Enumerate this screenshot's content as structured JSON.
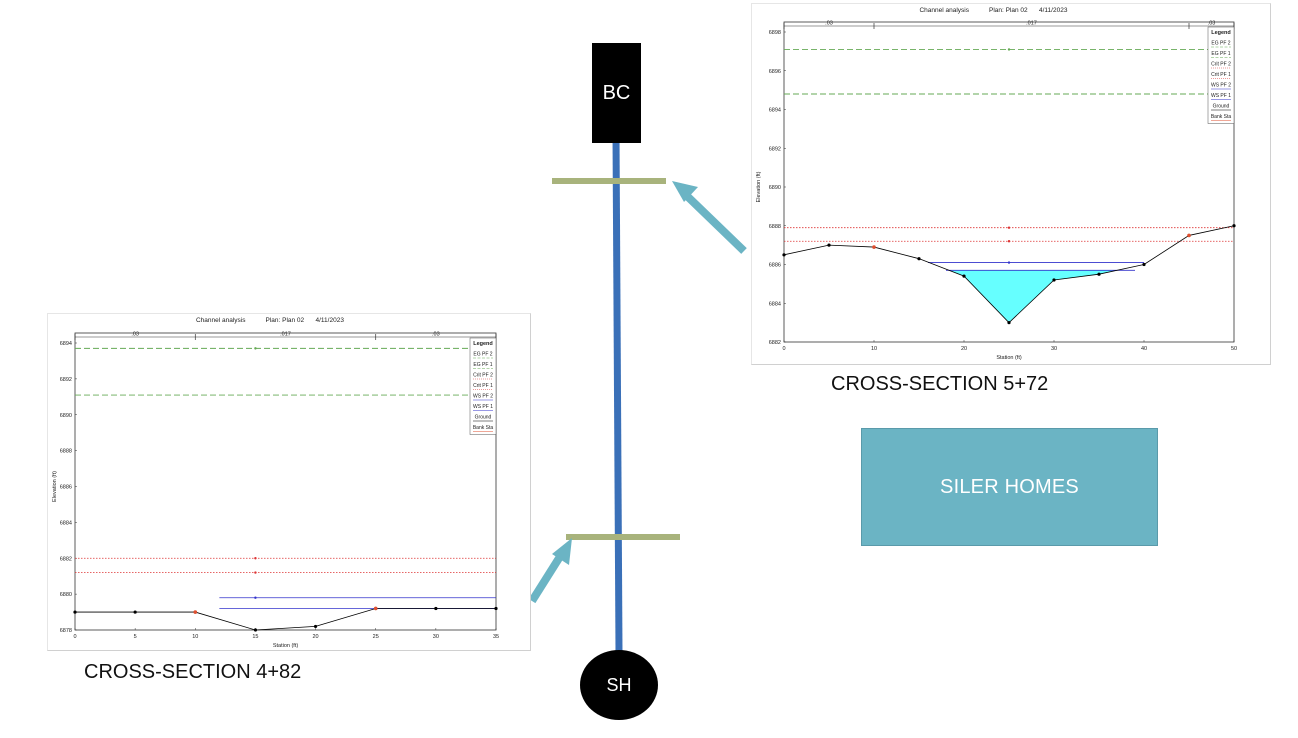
{
  "nodes": {
    "top": "BC",
    "bottom": "SH",
    "area": "SILER HOMES"
  },
  "colors": {
    "channel_line": "#3a70b8",
    "section_bar": "#a8b37c",
    "arrow": "#6bb4c4",
    "box_fill": "#6bb4c4",
    "water": "#66ffff",
    "ws_line": "#3333cc",
    "eg_line": "#66aa55",
    "crit_line": "#dd3333",
    "ground": "#000000"
  },
  "chart_data": [
    {
      "type": "line",
      "caption": "CROSS-SECTION 4+82",
      "title": "Channel analysis",
      "plan": "Plan: Plan 02",
      "date": "4/11/2023",
      "xlabel": "Station (ft)",
      "ylabel": "Elevation (ft)",
      "xlim": [
        0,
        35
      ],
      "ylim": [
        6878,
        6894
      ],
      "xticks": [
        0,
        5,
        10,
        15,
        20,
        25,
        30,
        35
      ],
      "yticks": [
        6878,
        6880,
        6882,
        6884,
        6886,
        6888,
        6890,
        6892,
        6894
      ],
      "manning": {
        "stations": [
          0,
          10,
          25,
          35
        ],
        "values": [
          ".03",
          ".017",
          ".03"
        ]
      },
      "ground": {
        "x": [
          0,
          5,
          10,
          15,
          20,
          25,
          30,
          35
        ],
        "y": [
          6879,
          6879,
          6879,
          6878,
          6878.2,
          6879.2,
          6879.2,
          6879.2
        ]
      },
      "bank_stations": [
        10,
        25
      ],
      "ws_pf1": {
        "elev": 6879.2,
        "x0": 12,
        "x1": 35
      },
      "ws_pf2": {
        "elev": 6879.8,
        "x0": 12,
        "x1": 35
      },
      "eg_pf2": {
        "elev": 6893.7,
        "x0": 0,
        "x1": 35
      },
      "eg_pf1": {
        "elev": 6891.1,
        "x0": 0,
        "x1": 35
      },
      "crit_pf2": {
        "elev": 6882,
        "x0": 0,
        "x1": 35
      },
      "crit_pf1": {
        "elev": 6881.2,
        "x0": 0,
        "x1": 35
      },
      "marker_station": 15,
      "legend": [
        "Legend",
        "EG PF 2",
        "EG PF 1",
        "Crit PF 2",
        "Crit PF 1",
        "WS PF 2",
        "WS PF 1",
        "Ground",
        "Bank Sta"
      ]
    },
    {
      "type": "line",
      "caption": "CROSS-SECTION 5+72",
      "title": "Channel analysis",
      "plan": "Plan: Plan 02",
      "date": "4/11/2023",
      "xlabel": "Station (ft)",
      "ylabel": "Elevation (ft)",
      "xlim": [
        0,
        50
      ],
      "ylim": [
        6882,
        6898
      ],
      "xticks": [
        0,
        10,
        20,
        30,
        40,
        50
      ],
      "yticks": [
        6882,
        6884,
        6886,
        6888,
        6890,
        6892,
        6894,
        6896,
        6898
      ],
      "manning": {
        "stations": [
          0,
          10,
          45,
          50
        ],
        "values": [
          ".03",
          ".017",
          ".03"
        ]
      },
      "ground": {
        "x": [
          0,
          5,
          10,
          15,
          20,
          25,
          30,
          35,
          40,
          45,
          50
        ],
        "y": [
          6886.5,
          6887,
          6886.9,
          6886.3,
          6885.4,
          6883,
          6885.2,
          6885.5,
          6886,
          6887.5,
          6888
        ]
      },
      "bank_stations": [
        10,
        45
      ],
      "ws_pf1": {
        "elev": 6885.7,
        "x0": 18,
        "x1": 39
      },
      "ws_pf2": {
        "elev": 6886.1,
        "x0": 16,
        "x1": 40
      },
      "eg_pf2": {
        "elev": 6897.1,
        "x0": 0,
        "x1": 50
      },
      "eg_pf1": {
        "elev": 6894.8,
        "x0": 0,
        "x1": 50
      },
      "crit_pf2": {
        "elev": 6887.9,
        "x0": 0,
        "x1": 50
      },
      "crit_pf1": {
        "elev": 6887.2,
        "x0": 0,
        "x1": 50
      },
      "marker_station": 25,
      "legend": [
        "Legend",
        "EG PF 2",
        "EG PF 1",
        "Crit PF 2",
        "Crit PF 1",
        "WS PF 2",
        "WS PF 1",
        "Ground",
        "Bank Sta"
      ]
    }
  ]
}
